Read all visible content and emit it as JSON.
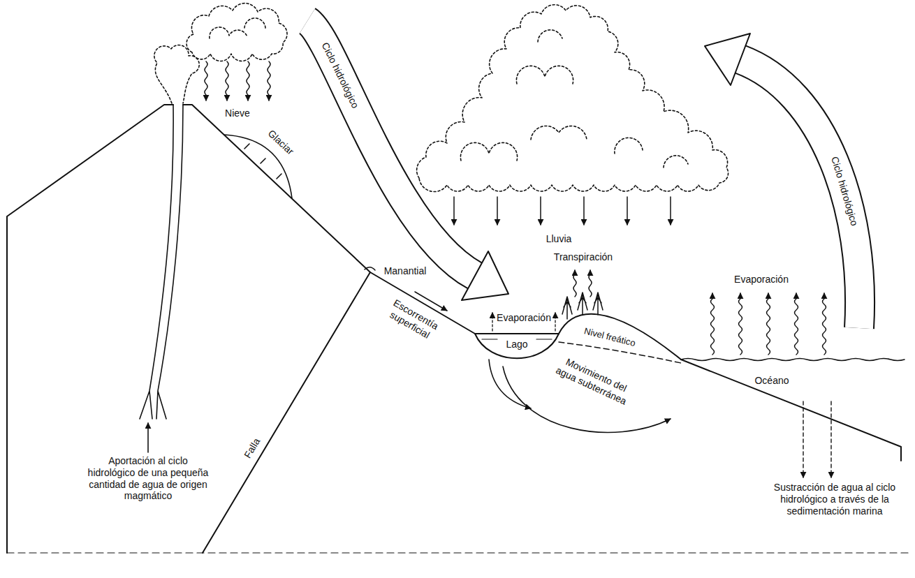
{
  "diagram": {
    "labels": [
      "Nieve",
      "Glaciar",
      "Ciclo hidrológico",
      "Ciclo hidrológico",
      "Lluvia",
      "Transpiración",
      "Manantial",
      "Escorrentía superficial",
      "Evaporación",
      "Lago",
      "Nivel freático",
      "Movimiento del agua subterránea",
      "Evaporación",
      "Océano",
      "Falla",
      "Aportación al ciclo hidrológico de una pequeña cantidad de agua de origen magmático",
      "Sustracción de agua al ciclo hidrológico a través de la sedimentación marina"
    ]
  }
}
